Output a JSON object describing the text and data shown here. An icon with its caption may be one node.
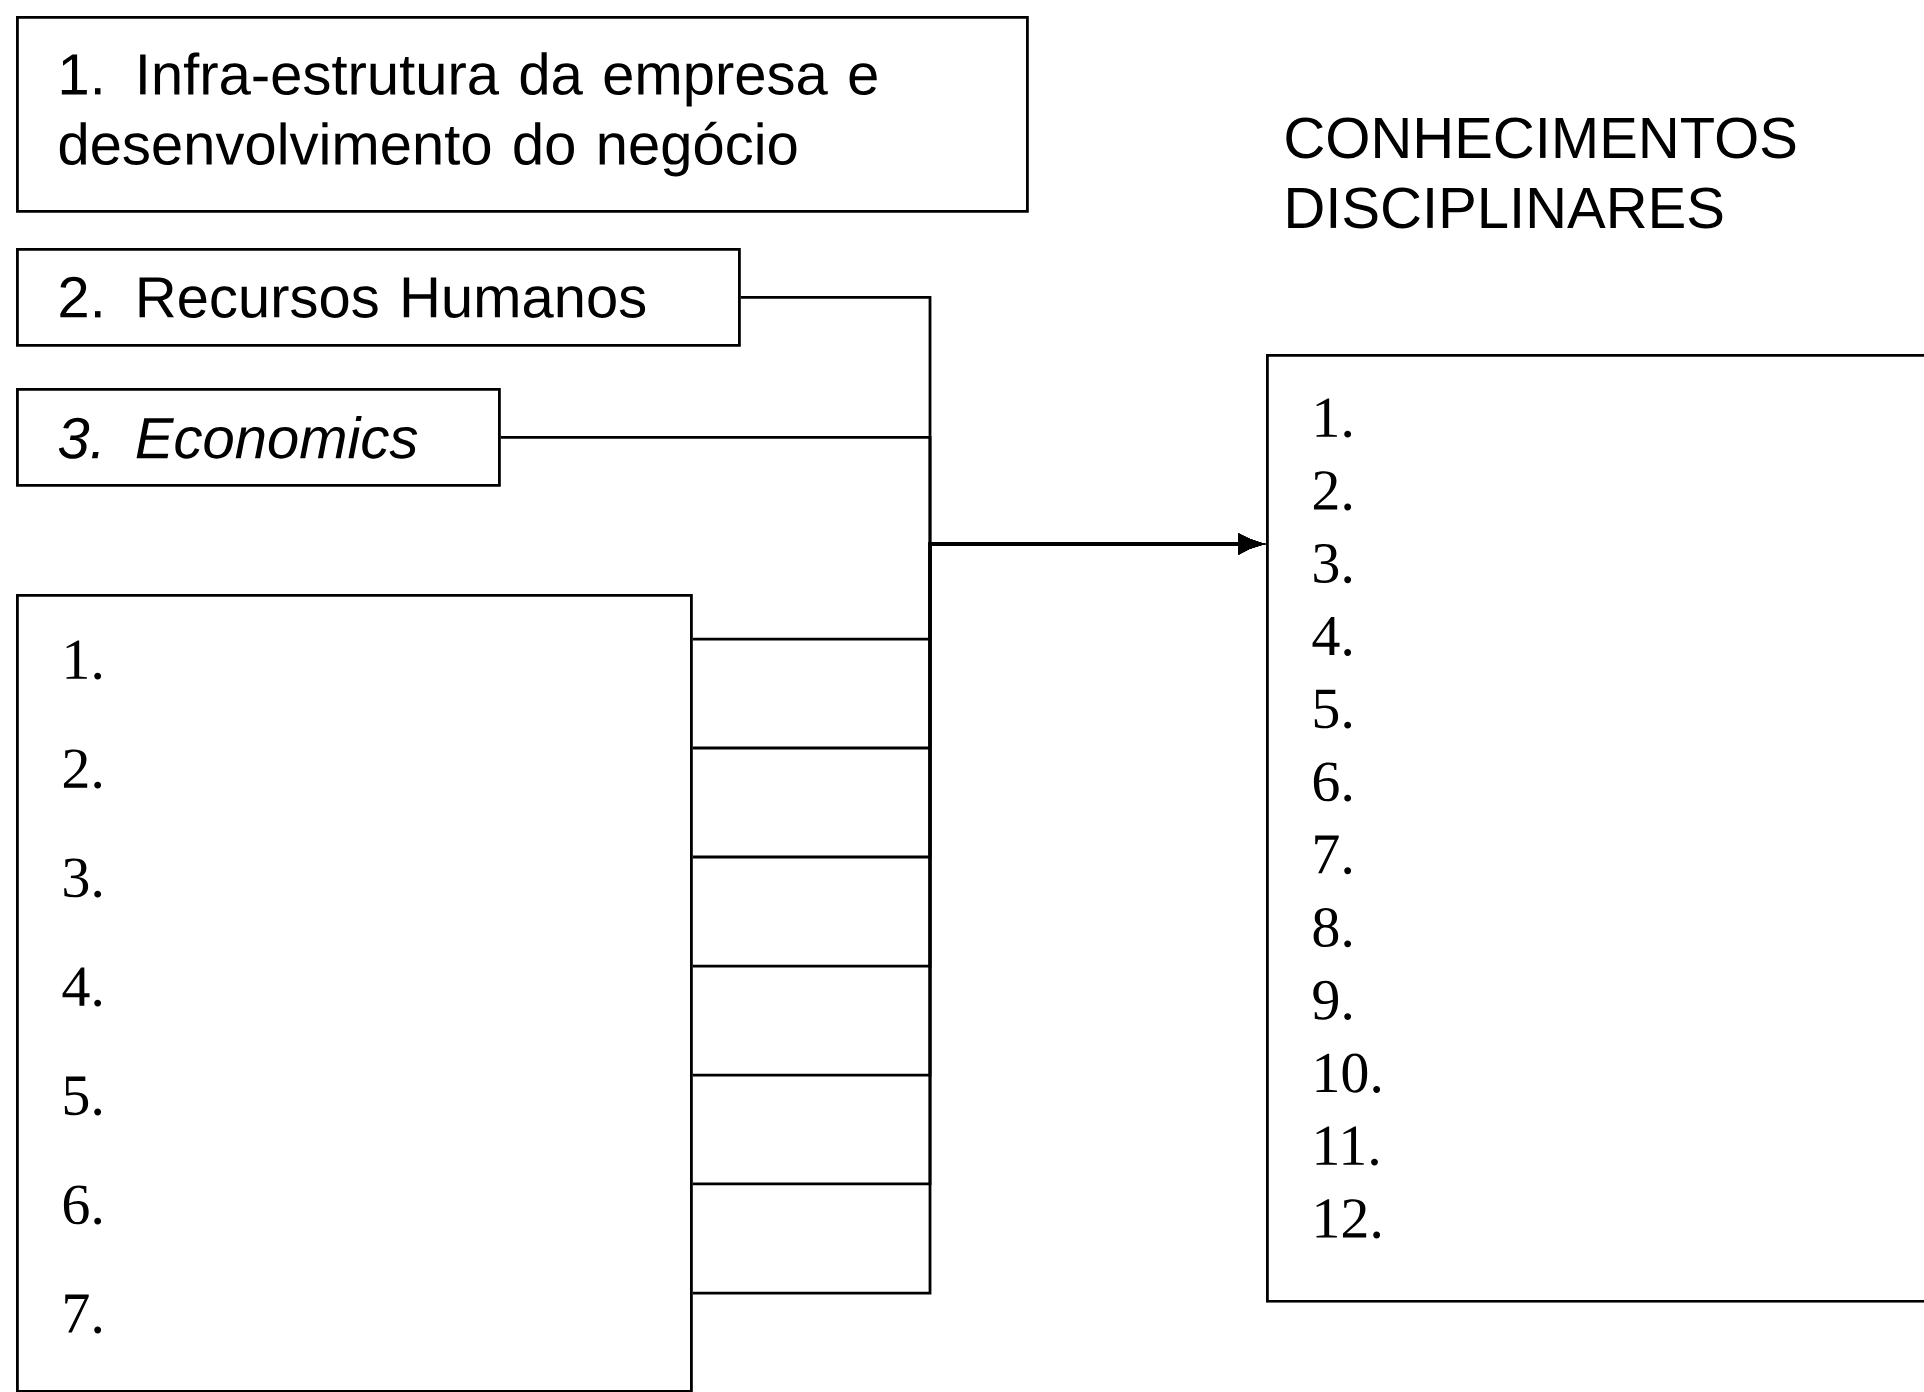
{
  "diagram": {
    "nodes": [
      {
        "text": [
          "1. Infra-estrutura da empresa e desenvolvimento do negócio"
        ]
      },
      {
        "text": [
          "2. Recursos Humanos"
        ]
      },
      {
        "text": [
          "3. Economics"
        ]
      },
      {
        "text": [
          "CONHECIMENTOS DISCIPLINARES",
          "1.",
          "2.",
          "3.",
          "4.",
          "5.",
          "6.",
          "7.",
          "8.",
          "9.",
          "10.",
          "11.",
          "12."
        ]
      },
      {
        "text": [
          "1.",
          "2.",
          "3.",
          "4.",
          "5.",
          "6.",
          "7."
        ]
      }
    ],
    "edges": [
      {
        "from": 1,
        "to": 3,
        "arrow": "to"
      },
      {
        "from": 2,
        "to": 3,
        "arrow": "to"
      },
      {
        "from": 4,
        "to": 3,
        "arrow": "to"
      },
      {
        "from": 4,
        "to": 3,
        "arrow": "to"
      },
      {
        "from": 4,
        "to": 3,
        "arrow": "to"
      },
      {
        "from": 4,
        "to": 3,
        "arrow": "to"
      },
      {
        "from": 4,
        "to": 3,
        "arrow": "to"
      },
      {
        "from": 4,
        "to": 3,
        "arrow": "to"
      },
      {
        "from": 4,
        "to": 3,
        "arrow": "to"
      }
    ]
  }
}
